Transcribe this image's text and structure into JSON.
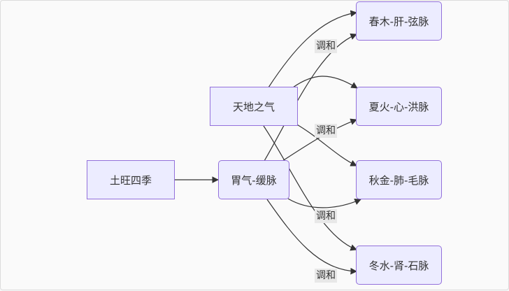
{
  "nodes": {
    "tuwang": "土旺四季",
    "tiandi": "天地之气",
    "weiqi": "胃气-缓脉",
    "chun": "春木-肝-弦脉",
    "xia": "夏火-心-洪脉",
    "qiu": "秋金-肺-毛脉",
    "dong": "冬水-肾-石脉"
  },
  "edge_labels": {
    "chun": "调和",
    "xia": "调和",
    "qiu": "调和",
    "dong": "调和"
  },
  "colors": {
    "node_fill": "#ececff",
    "node_border": "#9370db",
    "edge": "#333333",
    "label_bg": "#e8e8e8"
  }
}
